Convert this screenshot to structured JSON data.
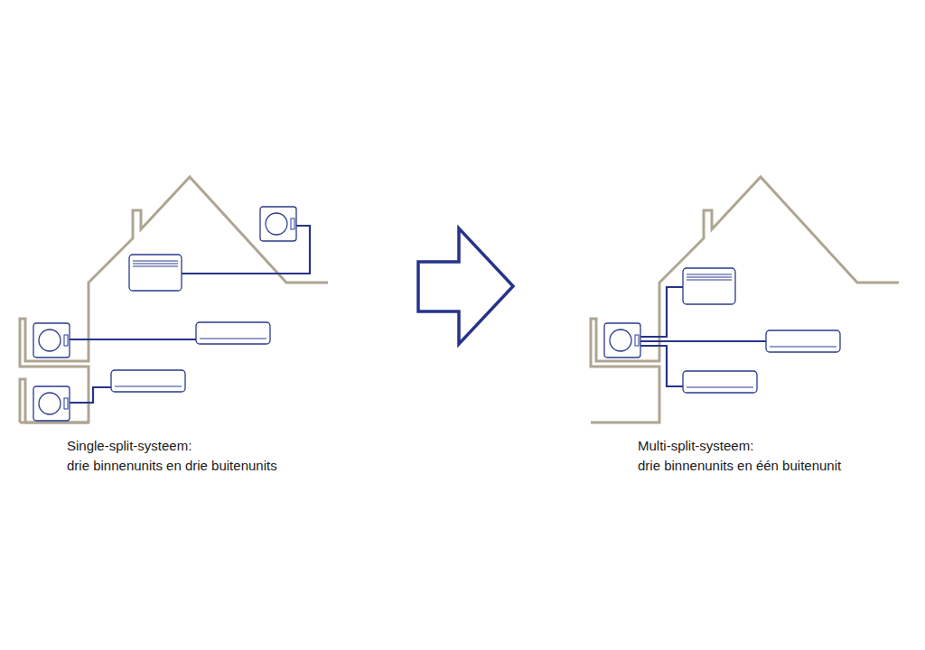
{
  "diagram": {
    "labels": [
      "Single-split-systeem:",
      "drie binnenunits en drie buitenunits",
      "Multi-split-systeem:",
      "drie binnenunits en één buitenunit"
    ]
  }
}
